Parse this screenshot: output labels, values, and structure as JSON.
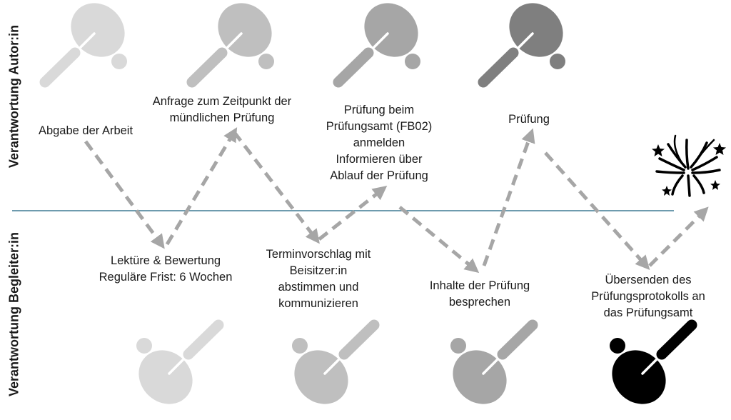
{
  "colors": {
    "background": "#ffffff",
    "divider": "#3e7a93",
    "arrow": "#a6a6a6",
    "text": "#1a1a1a",
    "paddle_shades": [
      "#d9d9d9",
      "#bfbfbf",
      "#a6a6a6",
      "#7f7f7f",
      "#000000"
    ],
    "firework": "#000000"
  },
  "lanes": {
    "author": "Verantwortung Autor:in",
    "supervisor": "Verantwortung Begleiter:in"
  },
  "steps": [
    {
      "lane": "author",
      "lines": [
        "Abgabe der Arbeit"
      ]
    },
    {
      "lane": "supervisor",
      "lines": [
        "Lektüre & Bewertung",
        "Reguläre Frist: 6 Wochen"
      ]
    },
    {
      "lane": "author",
      "lines": [
        "Anfrage zum Zeitpunkt der",
        "mündlichen Prüfung"
      ]
    },
    {
      "lane": "supervisor",
      "lines": [
        "Terminvorschlag mit",
        "Beisitzer:in",
        "abstimmen und",
        "kommunizieren"
      ]
    },
    {
      "lane": "author",
      "lines": [
        "Prüfung beim",
        "Prüfungsamt (FB02)",
        "anmelden",
        "Informieren über",
        "Ablauf der Prüfung"
      ]
    },
    {
      "lane": "supervisor",
      "lines": [
        "Inhalte der Prüfung",
        "besprechen"
      ]
    },
    {
      "lane": "author",
      "lines": [
        "Prüfung"
      ]
    },
    {
      "lane": "supervisor",
      "lines": [
        "Übersenden des",
        "Prüfungsprotokolls an",
        "das Prüfungsamt"
      ]
    }
  ],
  "icons": {
    "author_paddles": [
      "ping-pong-paddle-icon",
      "ping-pong-paddle-icon",
      "ping-pong-paddle-icon",
      "ping-pong-paddle-icon"
    ],
    "supervisor_paddles": [
      "ping-pong-paddle-icon",
      "ping-pong-paddle-icon",
      "ping-pong-paddle-icon",
      "ping-pong-paddle-icon"
    ],
    "finish": "fireworks-icon"
  }
}
